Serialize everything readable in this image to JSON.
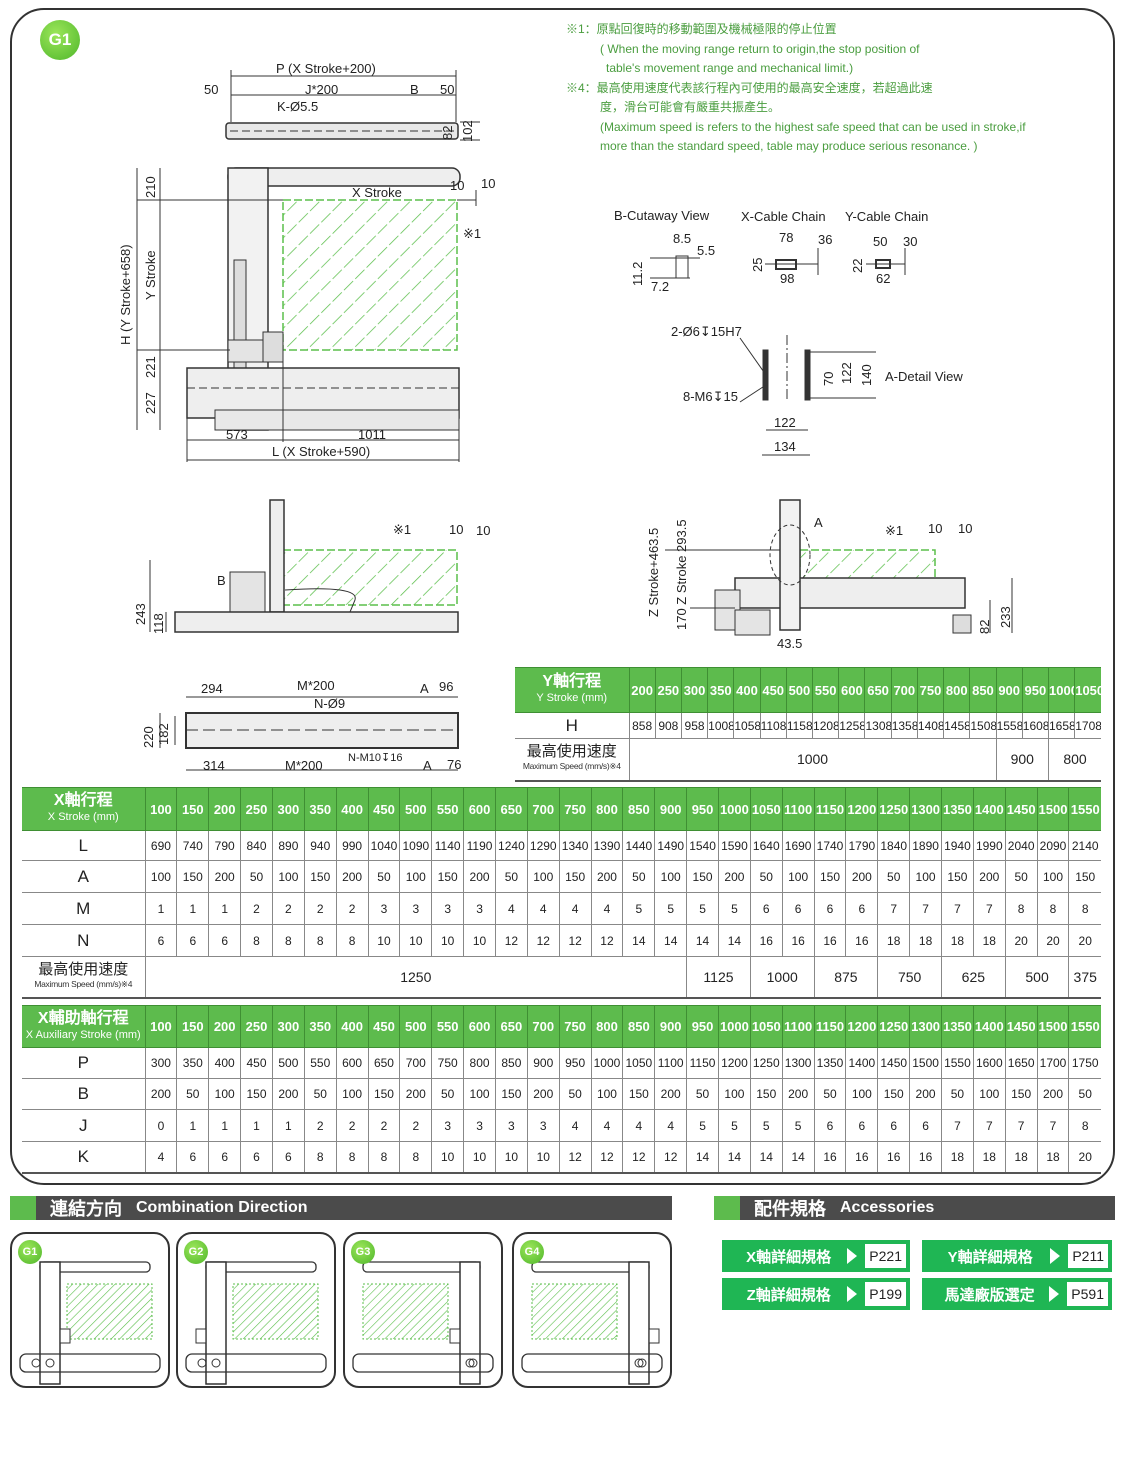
{
  "badge": "G1",
  "notes": {
    "n1_cn": "※1：原點回復時的移動範圍及機械極限的停止位置",
    "n1_en1": "( When the moving range return to origin,the stop position of",
    "n1_en2": "table's movement range and mechanical limit.)",
    "n4_cn1": "※4：最高使用速度代表該行程內可使用的最高安全速度，若超過此速",
    "n4_cn2": "度，滑台可能會有嚴重共振產生。",
    "n4_en1": "(Maximum speed is refers to the highest safe speed that  can be used in stroke,if",
    "n4_en2": "more than the standard speed, table may produce serious resonance. )"
  },
  "drawings": {
    "top": [
      "P (X Stroke+200)",
      "50",
      "J*200",
      "B",
      "50",
      "K-Ø5.5",
      "82",
      "102"
    ],
    "main": [
      "H (Y Stroke+658)",
      "210",
      "Y Stroke",
      "221",
      "227",
      "X Stroke",
      "10",
      "10",
      "※1",
      "573",
      "1011",
      "L (X Stroke+590)"
    ],
    "details": [
      "B-Cutaway View",
      "X-Cable Chain",
      "Y-Cable Chain",
      "8.5",
      "5.5",
      "11.2",
      "7.2",
      "78",
      "36",
      "25",
      "98",
      "50",
      "30",
      "22",
      "62"
    ],
    "a_detail": [
      "2-Ø6↧15H7",
      "8-M6↧15",
      "70",
      "122",
      "140",
      "A-Detail View",
      "122",
      "134"
    ],
    "side_left": [
      "B",
      "※1",
      "10",
      "10",
      "243",
      "118"
    ],
    "side_right": [
      "A",
      "※1",
      "10",
      "10",
      "Z Stroke+463.5",
      "170 Z Stroke 293.5",
      "43.5",
      "82",
      "233"
    ],
    "base": [
      "294",
      "M*200",
      "N-Ø9",
      "A",
      "96",
      "220",
      "182",
      "314",
      "M*200",
      "N-M10↧16",
      "A",
      "76"
    ]
  },
  "tables": {
    "y": {
      "header_cn": "Y軸行程",
      "header_en": "Y Stroke (mm)",
      "columns": [
        "200",
        "250",
        "300",
        "350",
        "400",
        "450",
        "500",
        "550",
        "600",
        "650",
        "700",
        "750",
        "800",
        "850",
        "900",
        "950",
        "1000",
        "1050"
      ],
      "rows": [
        {
          "label": "H",
          "values": [
            "858",
            "908",
            "958",
            "1008",
            "1058",
            "1108",
            "1158",
            "1208",
            "1258",
            "1308",
            "1358",
            "1408",
            "1458",
            "1508",
            "1558",
            "1608",
            "1658",
            "1708"
          ]
        }
      ],
      "speed": {
        "label_cn": "最高使用速度",
        "label_en": "Maximum Speed (mm/s)※4",
        "spans": [
          {
            "value": "1000",
            "span": 14
          },
          {
            "value": "900",
            "span": 2
          },
          {
            "value": "800",
            "span": 2
          }
        ]
      }
    },
    "x": {
      "header_cn": "X軸行程",
      "header_en": "X Stroke (mm)",
      "columns": [
        "100",
        "150",
        "200",
        "250",
        "300",
        "350",
        "400",
        "450",
        "500",
        "550",
        "600",
        "650",
        "700",
        "750",
        "800",
        "850",
        "900",
        "950",
        "1000",
        "1050",
        "1100",
        "1150",
        "1200",
        "1250",
        "1300",
        "1350",
        "1400",
        "1450",
        "1500",
        "1550"
      ],
      "rows": [
        {
          "label": "L",
          "values": [
            "690",
            "740",
            "790",
            "840",
            "890",
            "940",
            "990",
            "1040",
            "1090",
            "1140",
            "1190",
            "1240",
            "1290",
            "1340",
            "1390",
            "1440",
            "1490",
            "1540",
            "1590",
            "1640",
            "1690",
            "1740",
            "1790",
            "1840",
            "1890",
            "1940",
            "1990",
            "2040",
            "2090",
            "2140"
          ]
        },
        {
          "label": "A",
          "values": [
            "100",
            "150",
            "200",
            "50",
            "100",
            "150",
            "200",
            "50",
            "100",
            "150",
            "200",
            "50",
            "100",
            "150",
            "200",
            "50",
            "100",
            "150",
            "200",
            "50",
            "100",
            "150",
            "200",
            "50",
            "100",
            "150",
            "200",
            "50",
            "100",
            "150"
          ]
        },
        {
          "label": "M",
          "values": [
            "1",
            "1",
            "1",
            "2",
            "2",
            "2",
            "2",
            "3",
            "3",
            "3",
            "3",
            "4",
            "4",
            "4",
            "4",
            "5",
            "5",
            "5",
            "5",
            "6",
            "6",
            "6",
            "6",
            "7",
            "7",
            "7",
            "7",
            "8",
            "8",
            "8"
          ]
        },
        {
          "label": "N",
          "values": [
            "6",
            "6",
            "6",
            "8",
            "8",
            "8",
            "8",
            "10",
            "10",
            "10",
            "10",
            "12",
            "12",
            "12",
            "12",
            "14",
            "14",
            "14",
            "14",
            "16",
            "16",
            "16",
            "16",
            "18",
            "18",
            "18",
            "18",
            "20",
            "20",
            "20"
          ]
        }
      ],
      "speed": {
        "label_cn": "最高使用速度",
        "label_en": "Maximum Speed (mm/s)※4",
        "spans": [
          {
            "value": "1250",
            "span": 17
          },
          {
            "value": "1125",
            "span": 2
          },
          {
            "value": "1000",
            "span": 2
          },
          {
            "value": "875",
            "span": 2
          },
          {
            "value": "750",
            "span": 2
          },
          {
            "value": "625",
            "span": 2
          },
          {
            "value": "500",
            "span": 2
          },
          {
            "value": "375",
            "span": 1
          }
        ]
      }
    },
    "aux": {
      "header_cn": "X輔助軸行程",
      "header_en": "X Auxiliary Stroke (mm)",
      "columns": [
        "100",
        "150",
        "200",
        "250",
        "300",
        "350",
        "400",
        "450",
        "500",
        "550",
        "600",
        "650",
        "700",
        "750",
        "800",
        "850",
        "900",
        "950",
        "1000",
        "1050",
        "1100",
        "1150",
        "1200",
        "1250",
        "1300",
        "1350",
        "1400",
        "1450",
        "1500",
        "1550"
      ],
      "rows": [
        {
          "label": "P",
          "values": [
            "300",
            "350",
            "400",
            "450",
            "500",
            "550",
            "600",
            "650",
            "700",
            "750",
            "800",
            "850",
            "900",
            "950",
            "1000",
            "1050",
            "1100",
            "1150",
            "1200",
            "1250",
            "1300",
            "1350",
            "1400",
            "1450",
            "1500",
            "1550",
            "1600",
            "1650",
            "1700",
            "1750"
          ]
        },
        {
          "label": "B",
          "values": [
            "200",
            "50",
            "100",
            "150",
            "200",
            "50",
            "100",
            "150",
            "200",
            "50",
            "100",
            "150",
            "200",
            "50",
            "100",
            "150",
            "200",
            "50",
            "100",
            "150",
            "200",
            "50",
            "100",
            "150",
            "200",
            "50",
            "100",
            "150",
            "200",
            "50"
          ]
        },
        {
          "label": "J",
          "values": [
            "0",
            "1",
            "1",
            "1",
            "1",
            "2",
            "2",
            "2",
            "2",
            "3",
            "3",
            "3",
            "3",
            "4",
            "4",
            "4",
            "4",
            "5",
            "5",
            "5",
            "5",
            "6",
            "6",
            "6",
            "6",
            "7",
            "7",
            "7",
            "7",
            "8"
          ]
        },
        {
          "label": "K",
          "values": [
            "4",
            "6",
            "6",
            "6",
            "6",
            "8",
            "8",
            "8",
            "8",
            "10",
            "10",
            "10",
            "10",
            "12",
            "12",
            "12",
            "12",
            "14",
            "14",
            "14",
            "14",
            "16",
            "16",
            "16",
            "16",
            "18",
            "18",
            "18",
            "18",
            "20"
          ]
        }
      ]
    }
  },
  "combination": {
    "title_cn": "連結方向",
    "title_en": "Combination Direction",
    "cards": [
      "G1",
      "G2",
      "G3",
      "G4"
    ]
  },
  "accessories": {
    "title_cn": "配件規格",
    "title_en": "Accessories",
    "items": [
      {
        "label": "X軸詳細規格",
        "page": "P221"
      },
      {
        "label": "Y軸詳細規格",
        "page": "P211"
      },
      {
        "label": "Z軸詳細規格",
        "page": "P199"
      },
      {
        "label": "馬達廠版選定",
        "page": "P591"
      }
    ]
  },
  "colors": {
    "table_header": "#5dbb4d",
    "accent_button": "#1fb654",
    "note_text": "#4a9d3f",
    "section_bar": "#4b4b4b"
  }
}
